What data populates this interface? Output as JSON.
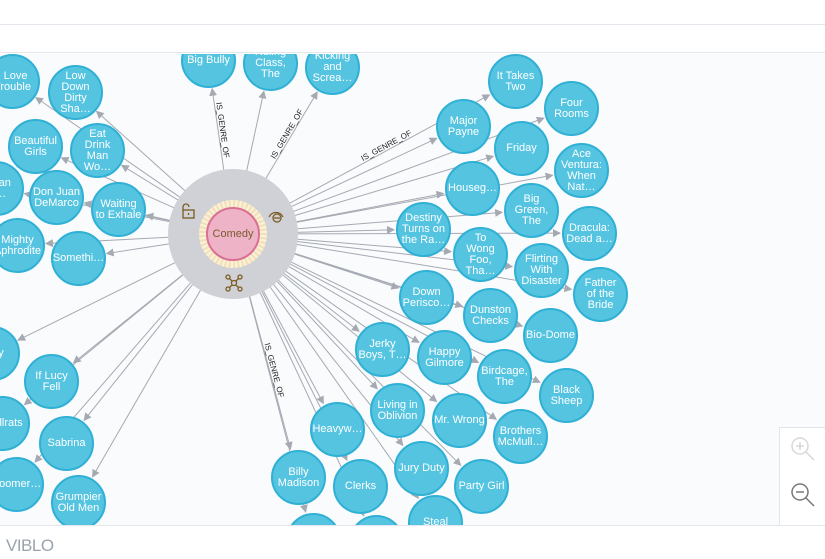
{
  "center_node": {
    "label": "Comedy"
  },
  "edge_label": "IS_GENRE_OF",
  "nodes": [
    "I Love\nTrouble",
    "Low\nDown\nDirty\nSha…",
    "Beautiful\nGirls",
    "Eat\nDrink\nMan\nWo…",
    "…can\nle…",
    "Don Juan\nDeMarco",
    "Waiting\nto Exhale",
    "Mighty\nAphrodite",
    "Somethi…",
    "…dy",
    "If Lucy\nFell",
    "…allrats",
    "Sabrina",
    "Boomer…",
    "Grumpier\nOld Men",
    "Big Bully",
    "Ruling\nClass,\nThe",
    "Kicking\nand\nScrea…",
    "It Takes\nTwo",
    "Four\nRooms",
    "Major\nPayne",
    "Friday",
    "Ace\nVentura:\nWhen\nNat…",
    "Houseg…",
    "Big\nGreen,\nThe",
    "Destiny\nTurns on\nthe Ra…",
    "Dracula:\nDead a…",
    "To\nWong\nFoo,\nTha…",
    "Flirting\nWith\nDisaster",
    "Father\nof the\nBride",
    "Down\nPerisco…",
    "Dunston\nChecks",
    "Bio-Dome",
    "Jerky\nBoys, T…",
    "Happy\nGilmore",
    "Birdcage,\nThe",
    "Black\nSheep",
    "Living in\nOblivion",
    "Mr. Wrong",
    "Brothers\nMcMull…",
    "Heavyw…",
    "Jury Duty",
    "Party Girl",
    "Billy\nMadison",
    "Clerks",
    "Steal",
    "",
    ""
  ],
  "footer": {
    "logo": "VIBLO"
  },
  "colors": {
    "node": "#55c4e1",
    "center": "#eeb3c7",
    "edge": "#a5a9b1"
  }
}
